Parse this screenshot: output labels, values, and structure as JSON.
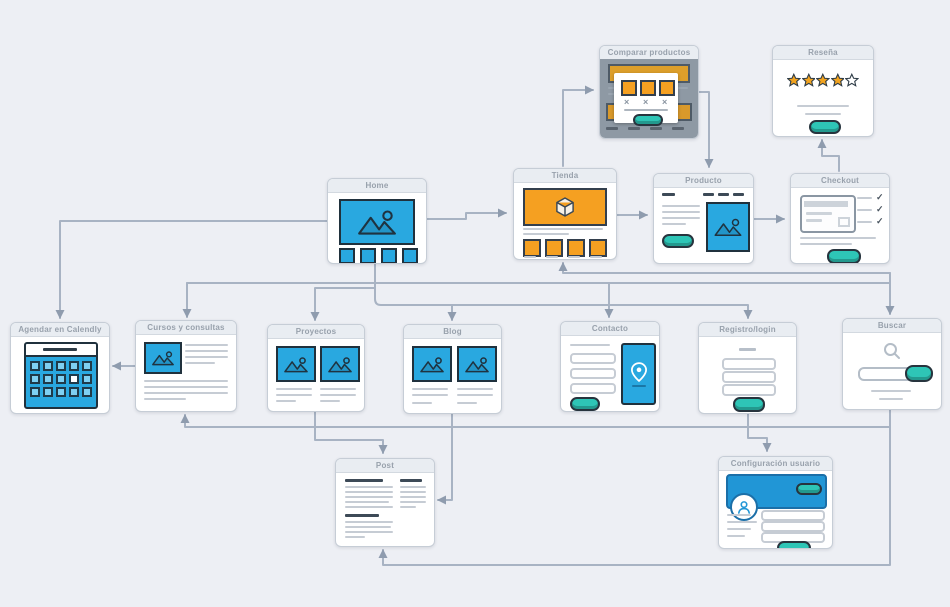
{
  "app": {
    "background": "#edeff4",
    "connector_color": "#a8b3c3",
    "arrow_color": "#8f9cae"
  },
  "palette": {
    "blue": "#29a8e0",
    "orange": "#f5a021",
    "teal": "#2ec5b6",
    "dark_outline": "#20313d",
    "card_border": "#c6cdd6",
    "title_bg": "#e9edf2",
    "title_text": "#98a1ac",
    "wire_gray": "#c6ccd4",
    "wire_dark": "#3d4a57",
    "modal_overlay_bg": "#8e99a4"
  },
  "icons": {
    "close": "×",
    "check": "✓"
  },
  "cards": {
    "comparar": {
      "title": "Comparar productos"
    },
    "resena": {
      "title": "Reseña"
    },
    "home": {
      "title": "Home"
    },
    "tienda": {
      "title": "Tienda"
    },
    "producto": {
      "title": "Producto"
    },
    "checkout": {
      "title": "Checkout"
    },
    "agendar": {
      "title": "Agendar en Calendly"
    },
    "cursos": {
      "title": "Cursos y consultas"
    },
    "proyectos": {
      "title": "Proyectos"
    },
    "blog": {
      "title": "Blog"
    },
    "contacto": {
      "title": "Contacto"
    },
    "registro": {
      "title": "Registro/login"
    },
    "buscar": {
      "title": "Buscar"
    },
    "post": {
      "title": "Post"
    },
    "config": {
      "title": "Configuración usuario"
    }
  },
  "edges": [
    {
      "from": "home",
      "to": "tienda"
    },
    {
      "from": "tienda",
      "to": "producto"
    },
    {
      "from": "producto",
      "to": "checkout"
    },
    {
      "from": "tienda",
      "to": "comparar"
    },
    {
      "from": "comparar",
      "to": "producto"
    },
    {
      "from": "checkout",
      "to": "resena"
    },
    {
      "from": "home",
      "to": "agendar"
    },
    {
      "from": "home",
      "to": "cursos"
    },
    {
      "from": "home",
      "to": "proyectos"
    },
    {
      "from": "home",
      "to": "blog"
    },
    {
      "from": "home",
      "to": "contacto"
    },
    {
      "from": "home",
      "to": "registro"
    },
    {
      "from": "home",
      "to": "buscar"
    },
    {
      "from": "buscar",
      "to": "tienda"
    },
    {
      "from": "cursos",
      "to": "agendar"
    },
    {
      "from": "proyectos",
      "to": "post"
    },
    {
      "from": "blog",
      "to": "post"
    },
    {
      "from": "buscar",
      "to": "cursos"
    },
    {
      "from": "registro",
      "to": "config"
    },
    {
      "from": "buscar",
      "to": "post"
    }
  ]
}
